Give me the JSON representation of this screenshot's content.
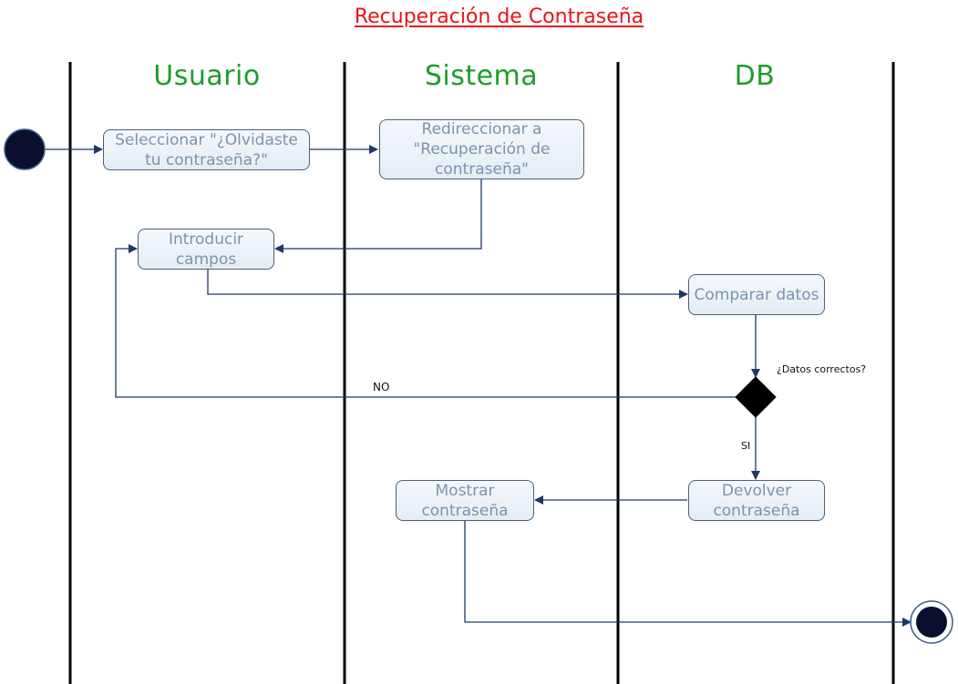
{
  "title": "Recuperación de Contraseña",
  "lanes": [
    "Usuario",
    "Sistema",
    "DB"
  ],
  "nodes": {
    "seleccionar": "Seleccionar \"¿Olvidaste tu contraseña?\"",
    "redireccionar": "Redireccionar a \"Recuperación de contraseña\"",
    "introducir": "Introducir campos",
    "comparar": "Comparar datos",
    "devolver": "Devolver contraseña",
    "mostrar": "Mostrar contraseña"
  },
  "decision": {
    "question": "¿Datos correctos?",
    "no_label": "NO",
    "yes_label": "SI"
  },
  "colors": {
    "title": "#e8141b",
    "lane_title": "#1f9c2c",
    "node_text": "#7c93ad",
    "node_border": "#4a607a",
    "connector": "#1f3864",
    "start_end": "#0a0f2e"
  }
}
